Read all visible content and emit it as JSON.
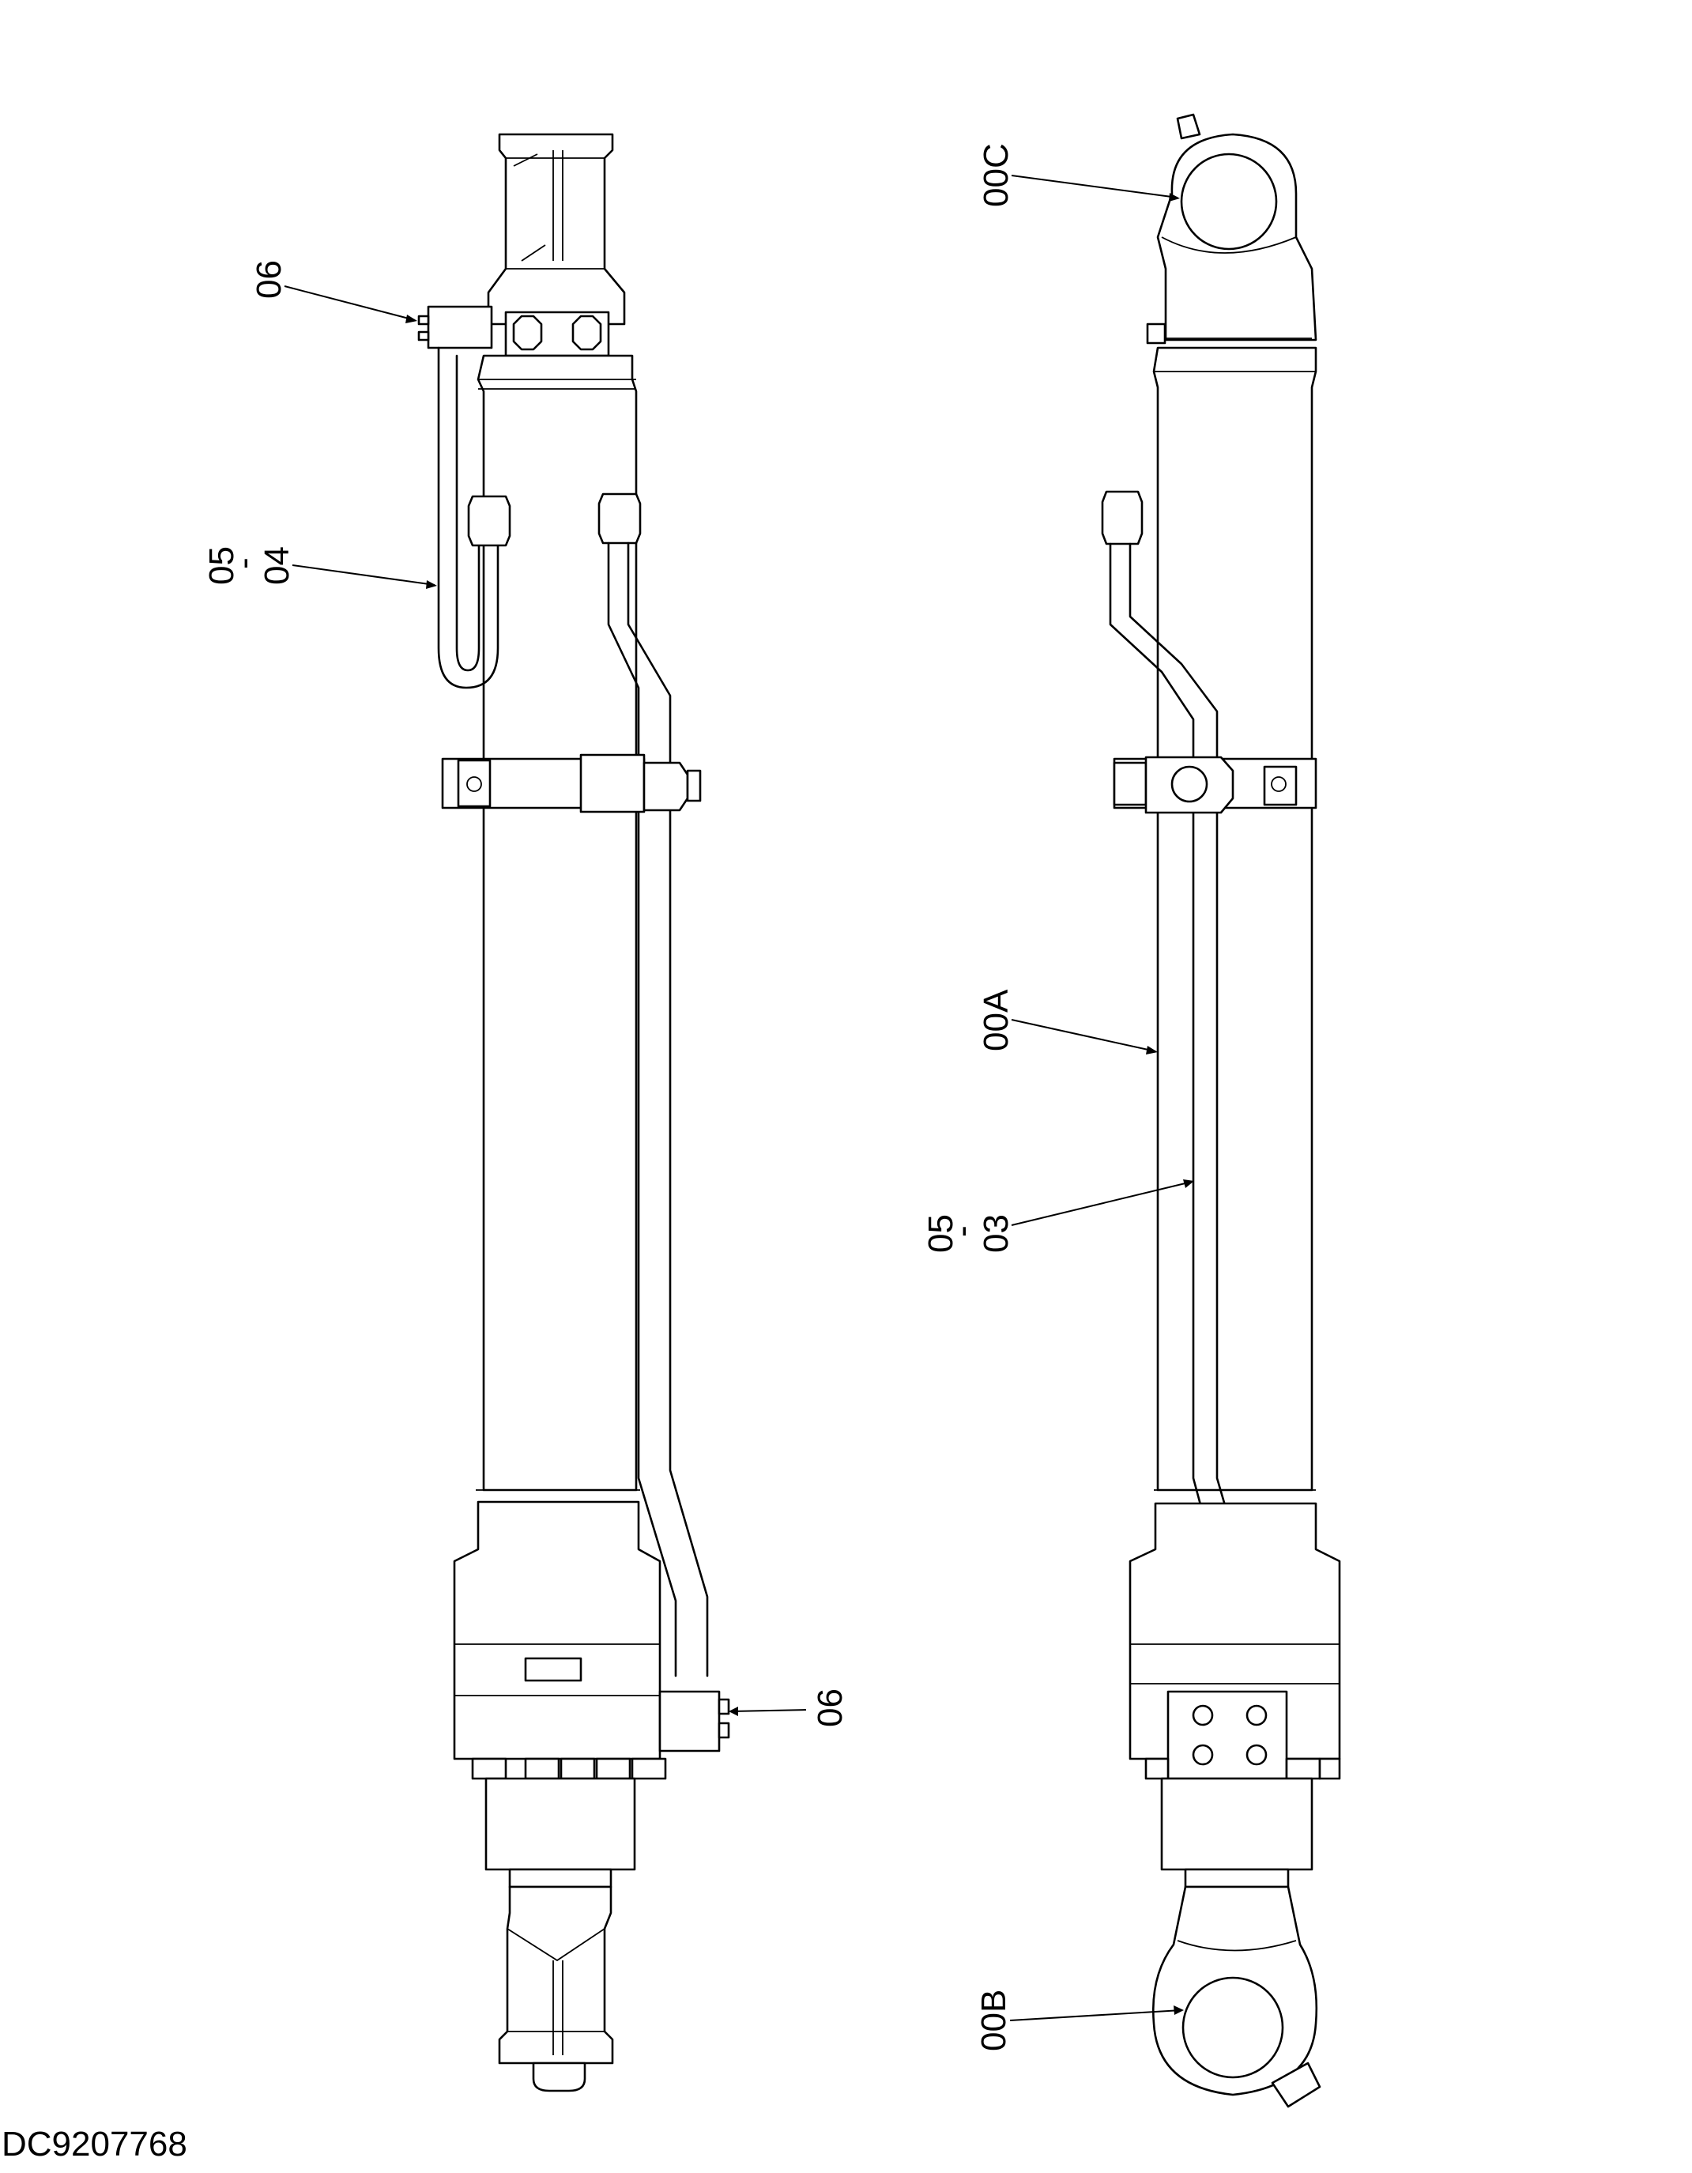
{
  "drawing_number": "DC9207768",
  "callouts": {
    "left_top_06": "06",
    "left_05_04_a": "05",
    "left_05_04_b": "04",
    "left_bottom_06": "06",
    "right_00C": "00C",
    "right_00A": "00A",
    "right_05_03_a": "05",
    "right_05_03_b": "03",
    "right_00B": "00B",
    "dash": "-"
  }
}
